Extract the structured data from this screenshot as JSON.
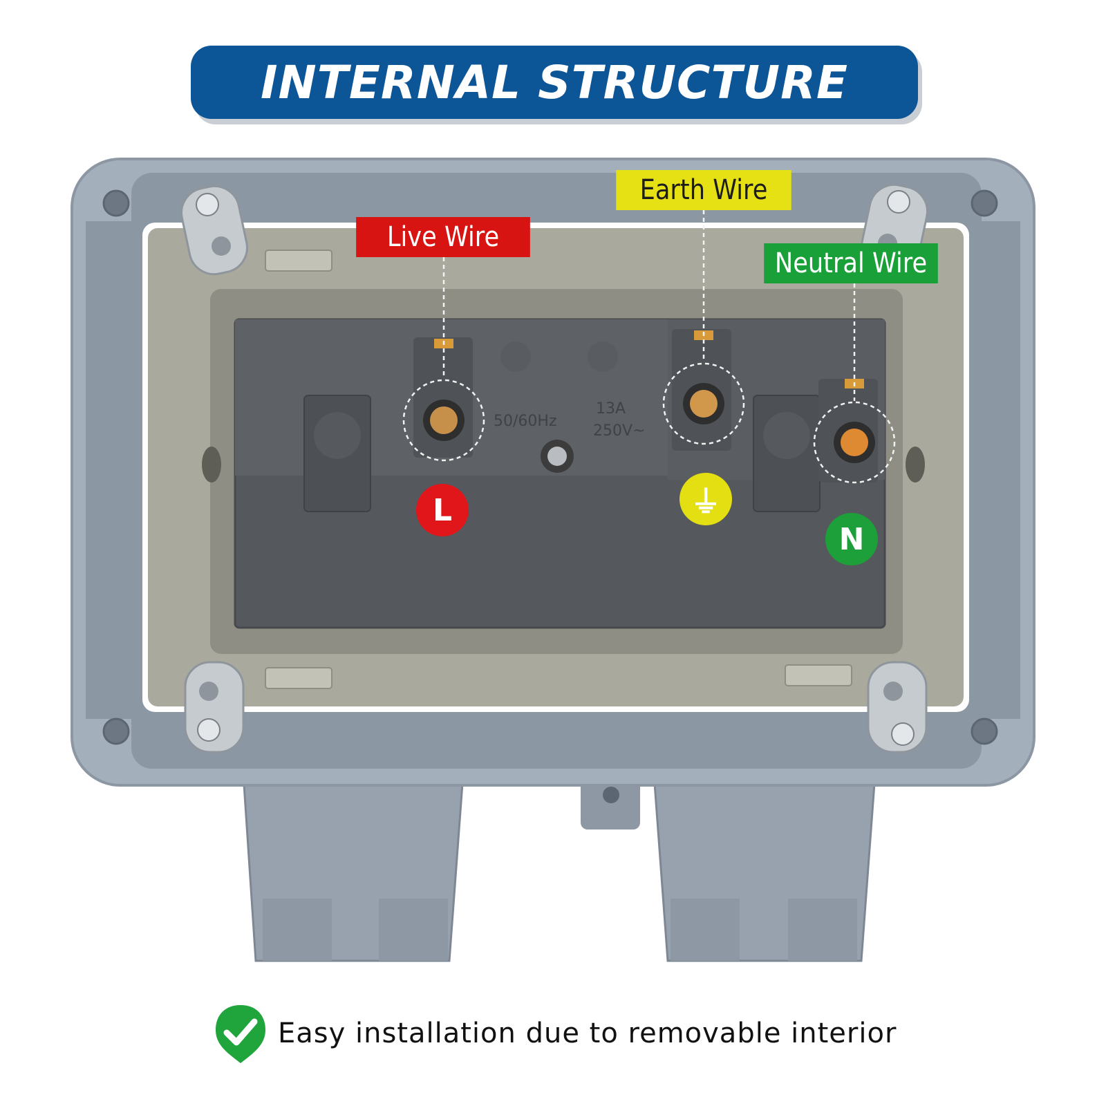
{
  "title": "INTERNAL STRUCTURE",
  "labels": {
    "live": "Live Wire",
    "earth": "Earth Wire",
    "neutral": "Neutral Wire"
  },
  "terminals": {
    "live": "L",
    "earth": "⏚",
    "neutral": "N"
  },
  "socket_markings": {
    "frequency": "50/60Hz",
    "current": "13A",
    "voltage": "250V~"
  },
  "caption": "Easy installation due to removable interior",
  "colors": {
    "banner": "#0c5597",
    "live": "#d81412",
    "earth": "#e6e114",
    "neutral": "#1aa038",
    "housing": "#a4afbc",
    "plate": "#a9a99d",
    "socket": "#55585c"
  },
  "icons": [
    "check-icon",
    "screw-icon"
  ]
}
